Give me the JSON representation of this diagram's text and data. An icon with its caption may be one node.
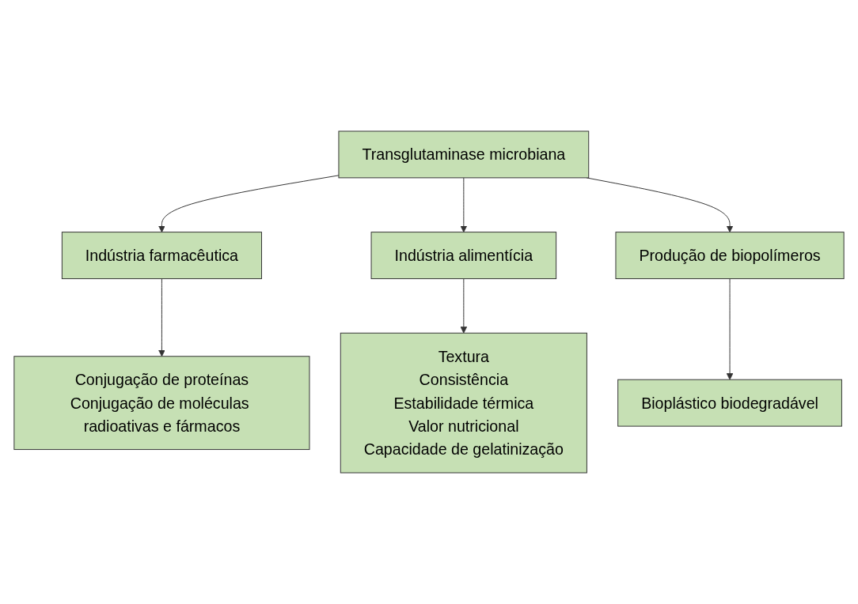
{
  "diagram": {
    "nodes": [
      {
        "text": [
          "Transglutaminase microbiana"
        ]
      },
      {
        "text": [
          "Indústria farmacêutica"
        ]
      },
      {
        "text": [
          "Indústria alimentícia"
        ]
      },
      {
        "text": [
          "Produção de biopolímeros"
        ]
      },
      {
        "text": [
          "Conjugação de proteínas",
          "Conjugação de moléculas radioativas e fármacos"
        ]
      },
      {
        "text": [
          "Textura",
          "Consistência",
          "Estabilidade térmica",
          "Valor nutricional",
          "Capacidade de gelatinização"
        ]
      },
      {
        "text": [
          "Bioplástico biodegradável"
        ]
      }
    ],
    "edges": [
      {
        "from": 0,
        "to": 1,
        "arrow": "to"
      },
      {
        "from": 0,
        "to": 2,
        "arrow": "to"
      },
      {
        "from": 0,
        "to": 3,
        "arrow": "to"
      },
      {
        "from": 1,
        "to": 4,
        "arrow": "to"
      },
      {
        "from": 2,
        "to": 5,
        "arrow": "to"
      },
      {
        "from": 3,
        "to": 6,
        "arrow": "to"
      }
    ]
  }
}
